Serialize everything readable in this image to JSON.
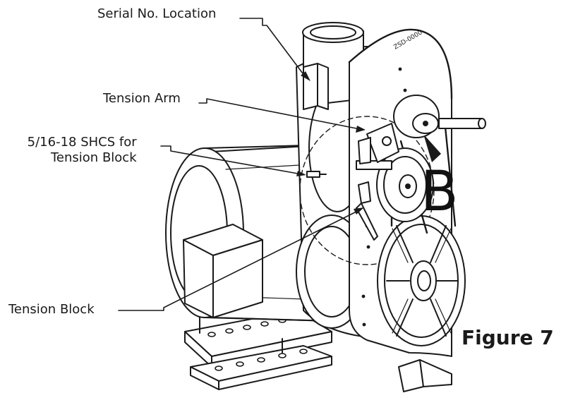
{
  "labels": {
    "serial_location": "Serial No. Location",
    "tension_arm": "Tension Arm",
    "shcs_line1": "5/16-18 SHCS for",
    "shcs_line2": "Tension Block",
    "tension_block": "Tension Block"
  },
  "callout_letter": "B",
  "figure_title": "Figure 7",
  "colors": {
    "ink": "#1a1a1a",
    "paper": "#ffffff"
  }
}
